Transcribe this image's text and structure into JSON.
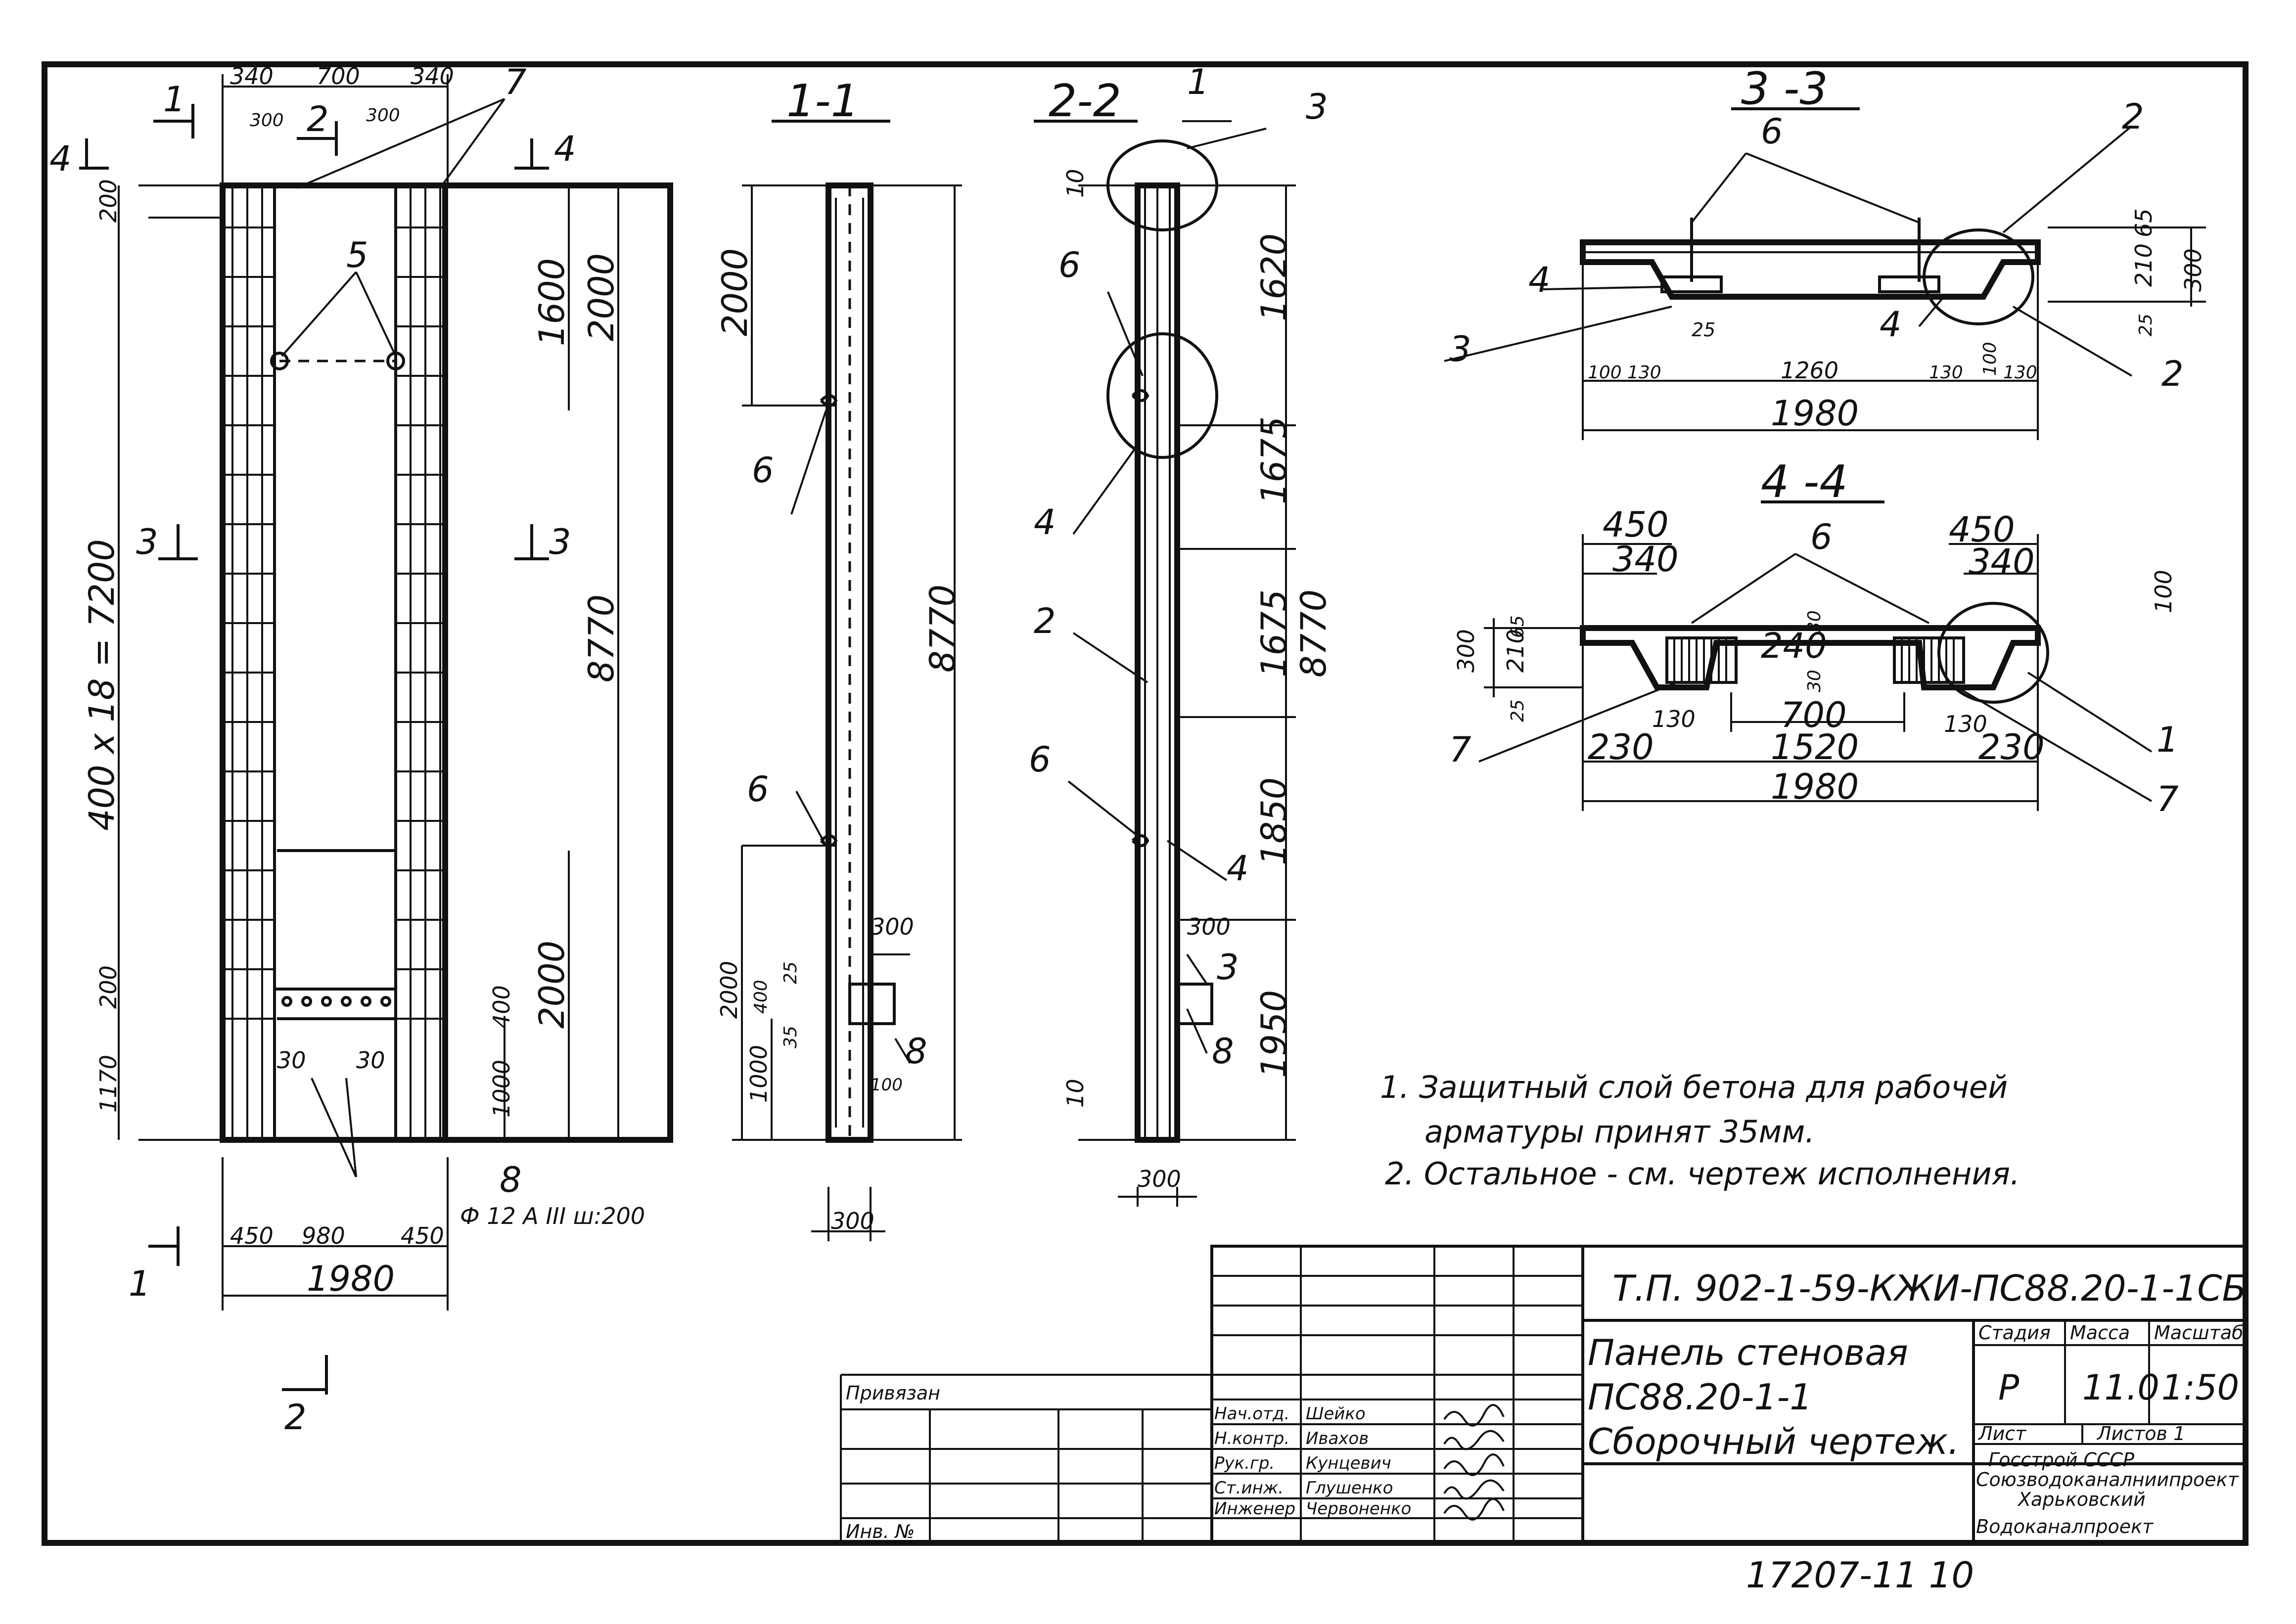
{
  "sections": {
    "s11": "1-1",
    "s22": "2-2",
    "s33": "3 -3",
    "s44": "4 -4"
  },
  "elevation": {
    "top_dims": [
      "340",
      "700",
      "340"
    ],
    "sub_dims": [
      "300",
      "300"
    ],
    "cut_marks": [
      "1",
      "2",
      "4",
      "4",
      "3",
      "3",
      "1",
      "2"
    ],
    "vert_dims": [
      "200",
      "1600",
      "2000",
      "8770",
      "400 x 18 = 7200",
      "200",
      "1170",
      "400",
      "1000",
      "2000"
    ],
    "small_dims": [
      "30",
      "30"
    ],
    "bottom_dims": [
      "450",
      "980",
      "450",
      "1980"
    ],
    "rebar": "Ф 12 А III ш:200",
    "labels": [
      "7",
      "5",
      "8"
    ]
  },
  "view11": {
    "dims": [
      "2000",
      "8770",
      "2000",
      "1000",
      "400",
      "35",
      "25",
      "300",
      "100",
      "300"
    ],
    "labels": [
      "6",
      "6",
      "8"
    ]
  },
  "view22": {
    "dims": [
      "10",
      "1620",
      "1675",
      "1675",
      "8770",
      "1850",
      "1950",
      "300",
      "10",
      "300"
    ],
    "labels": [
      "1",
      "3",
      "6",
      "4",
      "2",
      "6",
      "4",
      "3",
      "8"
    ]
  },
  "view33": {
    "dims": [
      "65",
      "210",
      "300",
      "25",
      "25",
      "100",
      "130",
      "1260",
      "130",
      "100",
      "130",
      "1980"
    ],
    "labels": [
      "6",
      "2",
      "4",
      "4",
      "3",
      "2"
    ]
  },
  "view44": {
    "dims": [
      "450",
      "340",
      "450",
      "340",
      "100",
      "65",
      "210",
      "300",
      "25",
      "30",
      "240",
      "30",
      "130",
      "700",
      "130",
      "230",
      "1520",
      "230",
      "1980"
    ],
    "labels": [
      "6",
      "7",
      "1",
      "7"
    ]
  },
  "notes": [
    "1. Защитный слой бетона для рабочей",
    "арматуры принят 35мм.",
    "2. Остальное - см. чертеж исполнения."
  ],
  "title_block": {
    "doc_code": "Т.П. 902-1-59-КЖИ-ПС88.20-1-1СБ",
    "title_lines": [
      "Панель стеновая",
      "ПС88.20-1-1",
      "Сборочный чертеж."
    ],
    "headers": [
      "Стадия",
      "Масса",
      "Масштаб"
    ],
    "values": [
      "Р",
      "11.0",
      "1:50"
    ],
    "sheet": "Лист",
    "sheets": "Листов 1",
    "org": [
      "Госстрой СССР",
      "Союзводоканалниипроект",
      "Харьковский",
      "Водоканалпроект"
    ],
    "privyazan": "Привязан",
    "inv": "Инв. №",
    "roles": [
      "Нач.отд.",
      "Н.контр.",
      "Рук.гр.",
      "Ст.инж.",
      "Инженер"
    ],
    "names": [
      "Шейко",
      "Ивахов",
      "Кунцевич",
      "Глушенко",
      "Червоненко"
    ]
  },
  "footer_number": "17207-11   10"
}
